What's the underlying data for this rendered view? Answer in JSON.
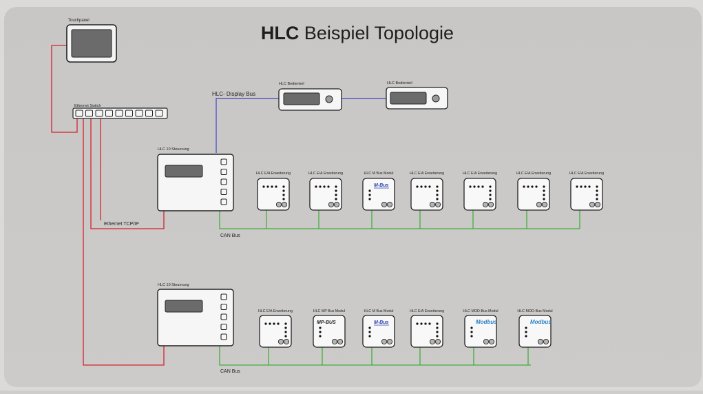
{
  "title": {
    "bold": "HLC",
    "rest": " Beispiel Topologie"
  },
  "touchpanel": {
    "label": "Touchpanel"
  },
  "switch": {
    "label": "Ethernet Switch",
    "ports": 9
  },
  "display_bus": {
    "label": "HLC- Display Bus",
    "panels": [
      {
        "label": "HLC Bedienteil"
      },
      {
        "label": "HLC Bedienteil"
      }
    ]
  },
  "ethernet_label": "Ethernet TCP/IP",
  "rows": [
    {
      "controller_label": "HLC 10 Steuerung",
      "bus_label": "CAN Bus",
      "modules": [
        {
          "label": "HLC E/A Erweiterung",
          "type": "io"
        },
        {
          "label": "HLC E/A Erweiterung",
          "type": "io"
        },
        {
          "label": "HLC M Bus Modul",
          "type": "mbus",
          "logo": "M-Bus"
        },
        {
          "label": "HLC E/A Erweiterung",
          "type": "io"
        },
        {
          "label": "HLC E/A Erweiterung",
          "type": "io"
        },
        {
          "label": "HLC E/A Erweiterung",
          "type": "io"
        },
        {
          "label": "HLC E/A Erweiterung",
          "type": "io"
        }
      ]
    },
    {
      "controller_label": "HLC 10 Steuerung",
      "bus_label": "CAN Bus",
      "modules": [
        {
          "label": "HLC E/A Erweiterung",
          "type": "io"
        },
        {
          "label": "HLC MP Bus Modul",
          "type": "mpbus",
          "logo": "MP-BUS"
        },
        {
          "label": "HLC M Bus Modul",
          "type": "mbus",
          "logo": "M-Bus"
        },
        {
          "label": "HLC E/A Erweiterung",
          "type": "io"
        },
        {
          "label": "HLC MOD-Bus Modul",
          "type": "modbus",
          "logo": "Modbus"
        },
        {
          "label": "HLC MOD-Bus Modul",
          "type": "modbus",
          "logo": "Modbus"
        }
      ]
    }
  ],
  "colors": {
    "ethernet": "#d2232a",
    "can_bus": "#3fae3b",
    "display_bus": "#3b46c4",
    "background": "#cfcdcb"
  }
}
